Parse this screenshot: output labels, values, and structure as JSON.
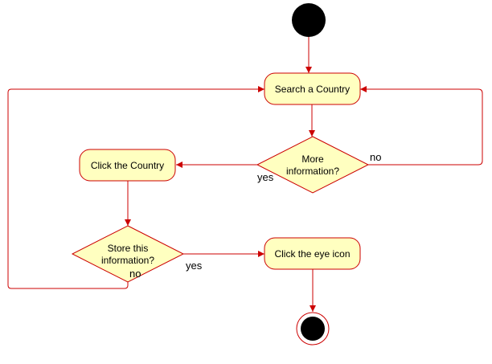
{
  "diagram": {
    "nodes": {
      "search_country": "Search a Country",
      "more_info_line1": "More",
      "more_info_line2": "information?",
      "click_country": "Click the Country",
      "store_info_line1": "Store this",
      "store_info_line2": "information?",
      "click_eye": "Click the eye icon"
    },
    "edge_labels": {
      "more_info_no": "no",
      "more_info_yes": "yes",
      "store_yes": "yes",
      "store_no": "no"
    }
  },
  "colors": {
    "stroke": "#cc0000",
    "fill": "#ffffc0",
    "terminal": "#000000"
  }
}
